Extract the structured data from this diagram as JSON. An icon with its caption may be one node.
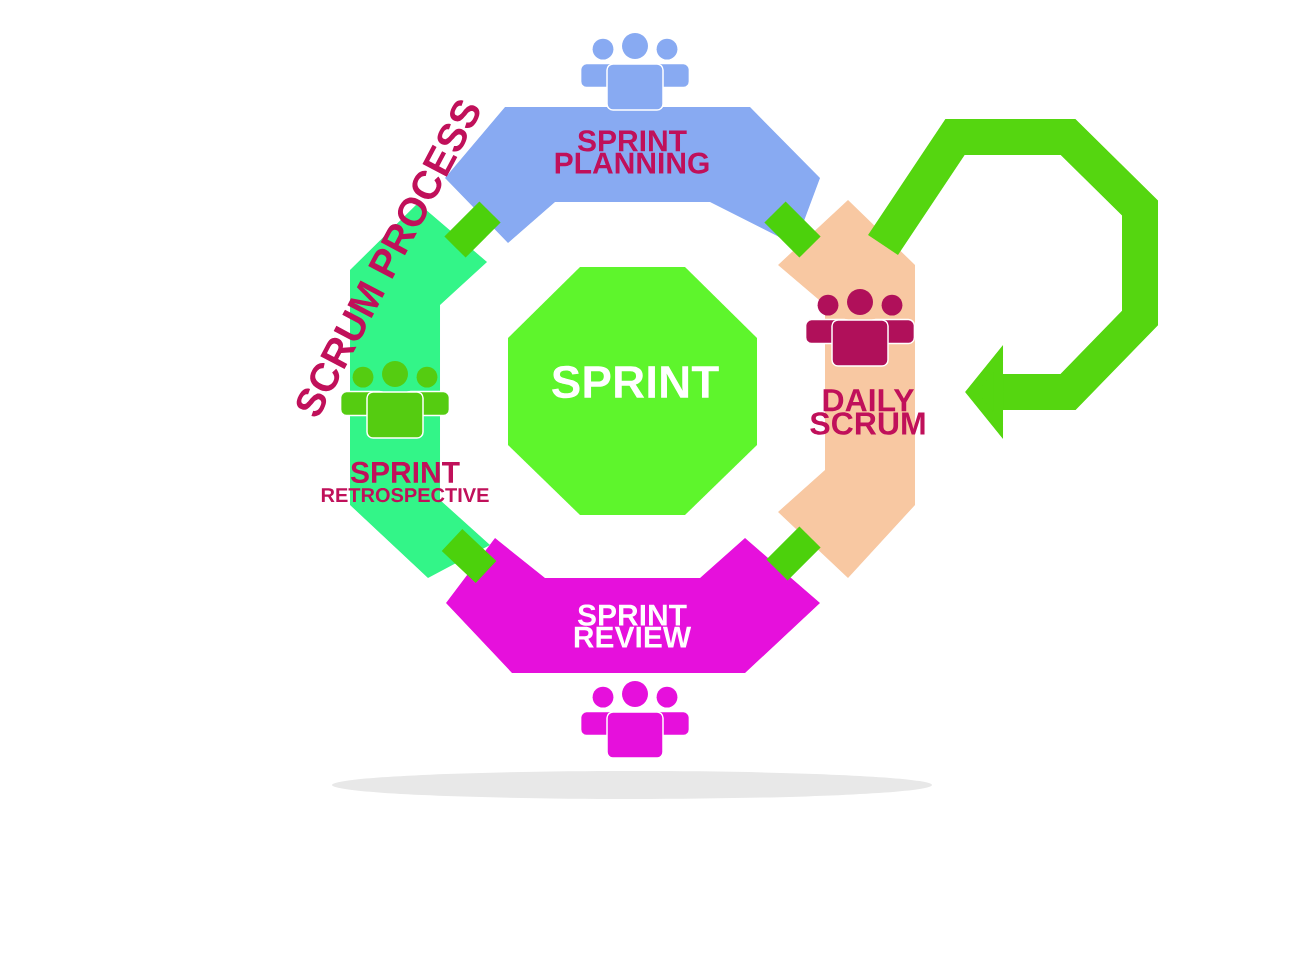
{
  "diagram": {
    "title": "SCRUM PROCESS",
    "nodes": [
      {
        "text": [
          "SPRINT PLANNING"
        ]
      },
      {
        "text": [
          "SPRINT",
          "RETROSPECTIVE"
        ]
      },
      {
        "text": [
          "SPRINT"
        ]
      },
      {
        "text": [
          "DAILY SCRUM"
        ]
      },
      {
        "text": [
          "SPRINT REVIEW"
        ]
      }
    ],
    "edges": [
      {
        "from": 0,
        "to": 1,
        "arrow": "none"
      },
      {
        "from": 0,
        "to": 3,
        "arrow": "none"
      },
      {
        "from": 3,
        "to": 4,
        "arrow": "none"
      },
      {
        "from": 4,
        "to": 1,
        "arrow": "none"
      },
      {
        "from": 3,
        "to": 3,
        "arrow": "to"
      }
    ]
  }
}
